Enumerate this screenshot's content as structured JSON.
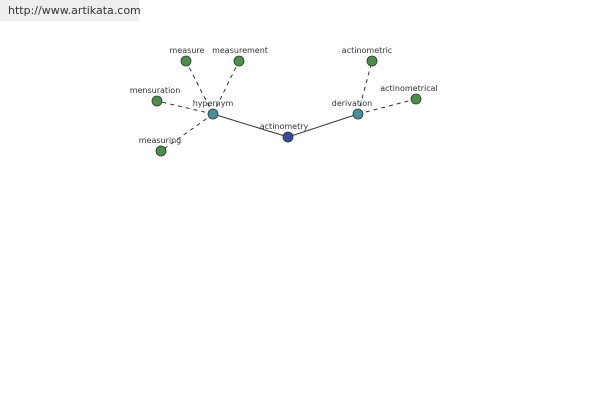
{
  "site": {
    "url": "http://www.artikata.com"
  },
  "colors": {
    "center_node": "#3a4a9a",
    "relation_node": "#4b8d9a",
    "leaf_node": "#4e8b4c",
    "node_stroke": "#2d3b2d",
    "edge": "#333333"
  },
  "graph": {
    "center": {
      "label": "actinometry",
      "icon": "center-node"
    },
    "relations": [
      {
        "id": "hypernym",
        "label": "hypernym",
        "words": [
          "measure",
          "measurement",
          "mensuration",
          "measuring"
        ]
      },
      {
        "id": "derivation",
        "label": "derivation",
        "words": [
          "actinometric",
          "actinometrical"
        ]
      }
    ]
  }
}
